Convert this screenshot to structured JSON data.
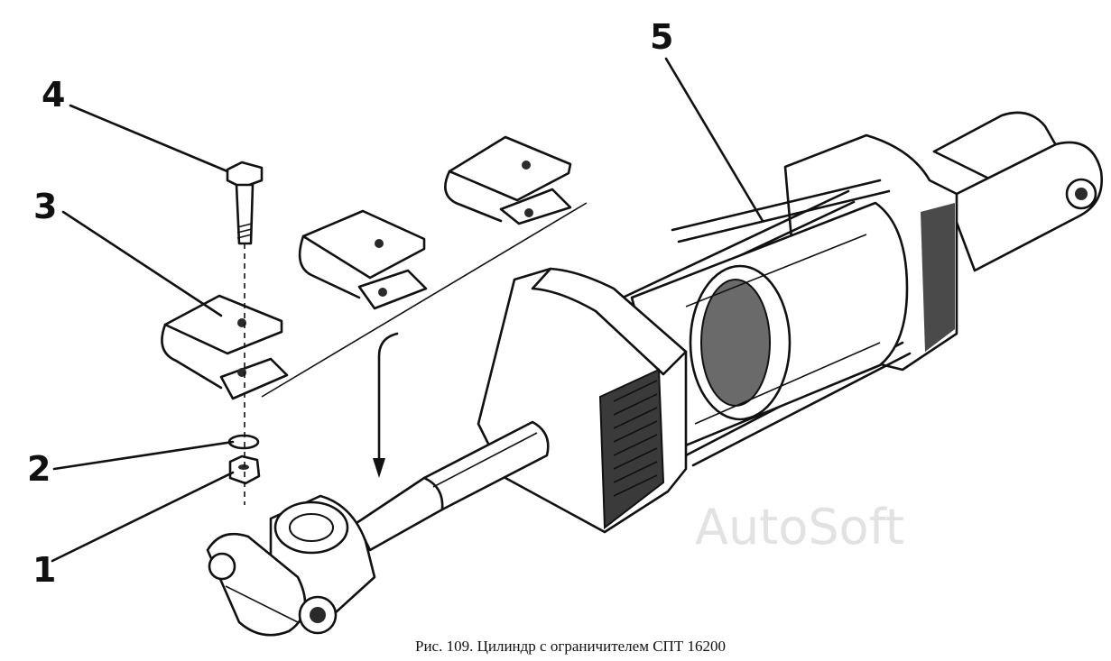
{
  "callouts": [
    {
      "id": "1",
      "label": "1"
    },
    {
      "id": "2",
      "label": "2"
    },
    {
      "id": "3",
      "label": "3"
    },
    {
      "id": "4",
      "label": "4"
    },
    {
      "id": "5",
      "label": "5"
    }
  ],
  "caption": "Рис. 109. Цилиндр с ограничителем СПТ 16200",
  "watermark": "AutoSoft",
  "colors": {
    "ink": "#111111",
    "paper": "#ffffff",
    "watermark": "#e2e2e2"
  }
}
